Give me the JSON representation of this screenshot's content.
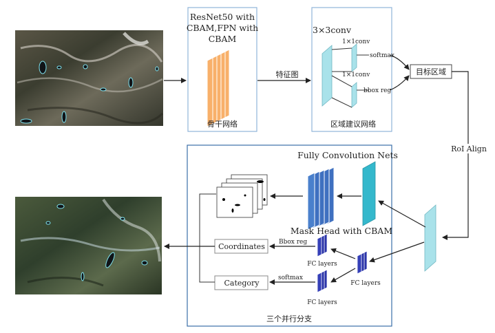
{
  "backbone": {
    "title_line1": "ResNet50 with",
    "title_line2": "CBAM,FPN with",
    "title_line3": "CBAM",
    "caption": "骨干网络"
  },
  "feature_map_label": "特征图",
  "rpn": {
    "conv3": "3×3conv",
    "conv1_top": "1×1conv",
    "conv1_bottom": "1×1conv",
    "softmax": "softmax",
    "bbox_reg": "bbox reg",
    "caption": "区域建议网络"
  },
  "roi_box_label": "目标区域",
  "roi_align_label": "RoI Align",
  "branches": {
    "fcn_label": "Fully Convolution Nets",
    "mask_head_label": "Mask Head with CBAM",
    "coordinates_label": "Coordinates",
    "category_label": "Category",
    "bbox_reg_label": "Bbox reg",
    "softmax_label": "softmax",
    "fc_top_label": "FC layers",
    "fc_right_label": "FC layers",
    "fc_bottom_label": "FC layers",
    "caption": "三个并行分支"
  },
  "colors": {
    "panel_border": "#8fb5d8",
    "backbone_orange": "#f8b06a",
    "rpn_cyan": "#a9e2ea",
    "mask_blue": "#3f70c0",
    "mask_cyan": "#34b8cc",
    "fc_navy": "#2a34a8"
  }
}
